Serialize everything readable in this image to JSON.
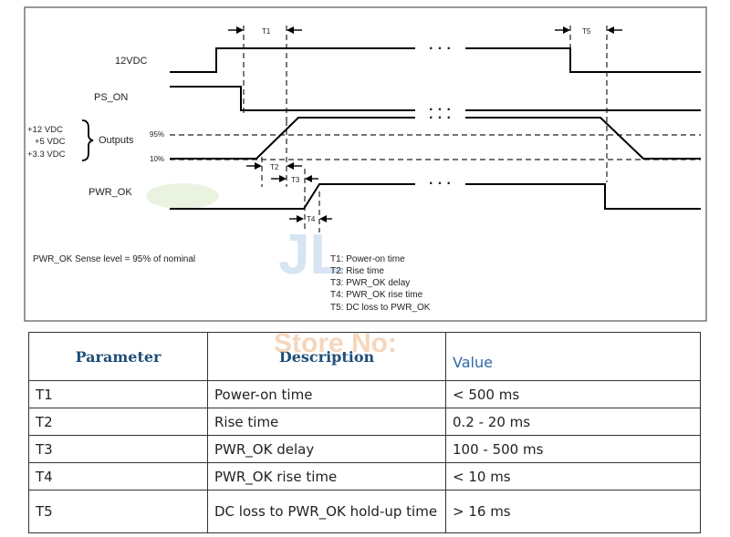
{
  "diagram": {
    "signals": {
      "vdc12": "12VDC",
      "ps_on": "PS_ON",
      "outputs": "Outputs",
      "pwr_ok": "PWR_OK"
    },
    "rails": [
      "+12 VDC",
      "+5 VDC",
      "+3.3 VDC"
    ],
    "levels": {
      "high": "95%",
      "low": "10%"
    },
    "intervals": {
      "t1": "T1",
      "t2": "T2",
      "t3": "T3",
      "t4": "T4",
      "t5": "T5"
    },
    "ellipsis": "· · ·",
    "sense_note": "PWR_OK Sense level = 95% of nominal",
    "legend": [
      "T1: Power-on time",
      "T2: Rise time",
      "T3: PWR_OK delay",
      "T4: PWR_OK rise time",
      "T5: DC loss to PWR_OK"
    ]
  },
  "watermark": "Store No:",
  "table": {
    "headers": {
      "parameter": "Parameter",
      "description": "Description",
      "value": "Value"
    },
    "rows": [
      {
        "parameter": "T1",
        "description": "Power-on time",
        "value": "< 500 ms"
      },
      {
        "parameter": "T2",
        "description": "Rise time",
        "value": "0.2 - 20 ms"
      },
      {
        "parameter": "T3",
        "description": "PWR_OK delay",
        "value": "100 - 500 ms"
      },
      {
        "parameter": "T4",
        "description": "PWR_OK rise time",
        "value": "< 10 ms"
      },
      {
        "parameter": "T5",
        "description": "DC loss to PWR_OK hold-up time",
        "value": "> 16 ms"
      }
    ]
  }
}
